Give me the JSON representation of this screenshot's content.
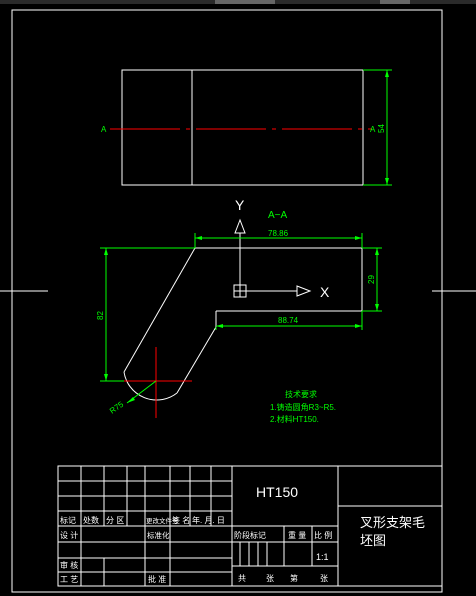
{
  "section_marks": {
    "left": "A",
    "right": "A",
    "section_label": "A−A"
  },
  "axes": {
    "y": "Y",
    "x": "X"
  },
  "dimensions": {
    "top_height": "54",
    "width_upper": "78.86",
    "height_right": "29",
    "width_lower": "88.74",
    "height_left": "82",
    "radius": "R75"
  },
  "notes": {
    "title": "技术要求",
    "line1": "1.铸造圆角R3~R5.",
    "line2": "2.材料HT150."
  },
  "title_block": {
    "material": "HT150",
    "part_name_line1": "叉形支架毛",
    "part_name_line2": "坯图",
    "scale": "1:1",
    "h_mark": "标记",
    "h_count": "处数",
    "h_zone": "分 区",
    "h_doc": "更改文件号",
    "h_sign": "签 名",
    "h_date": "年. 月. 日",
    "h_design": "设 计",
    "h_standard": "标准化",
    "h_stage": "阶段标记",
    "h_weight": "重 量",
    "h_scale": "比 例",
    "h_review": "审 核",
    "h_process": "工 艺",
    "h_approve": "批 准",
    "sheets_total": "共",
    "sheets_label": "张",
    "sheet_no": "第",
    "sheet_label": "张"
  },
  "colors": {
    "background": "#000000",
    "lines": "#ffffff",
    "dimensions": "#00ff00",
    "center_lines": "#ff0000"
  }
}
